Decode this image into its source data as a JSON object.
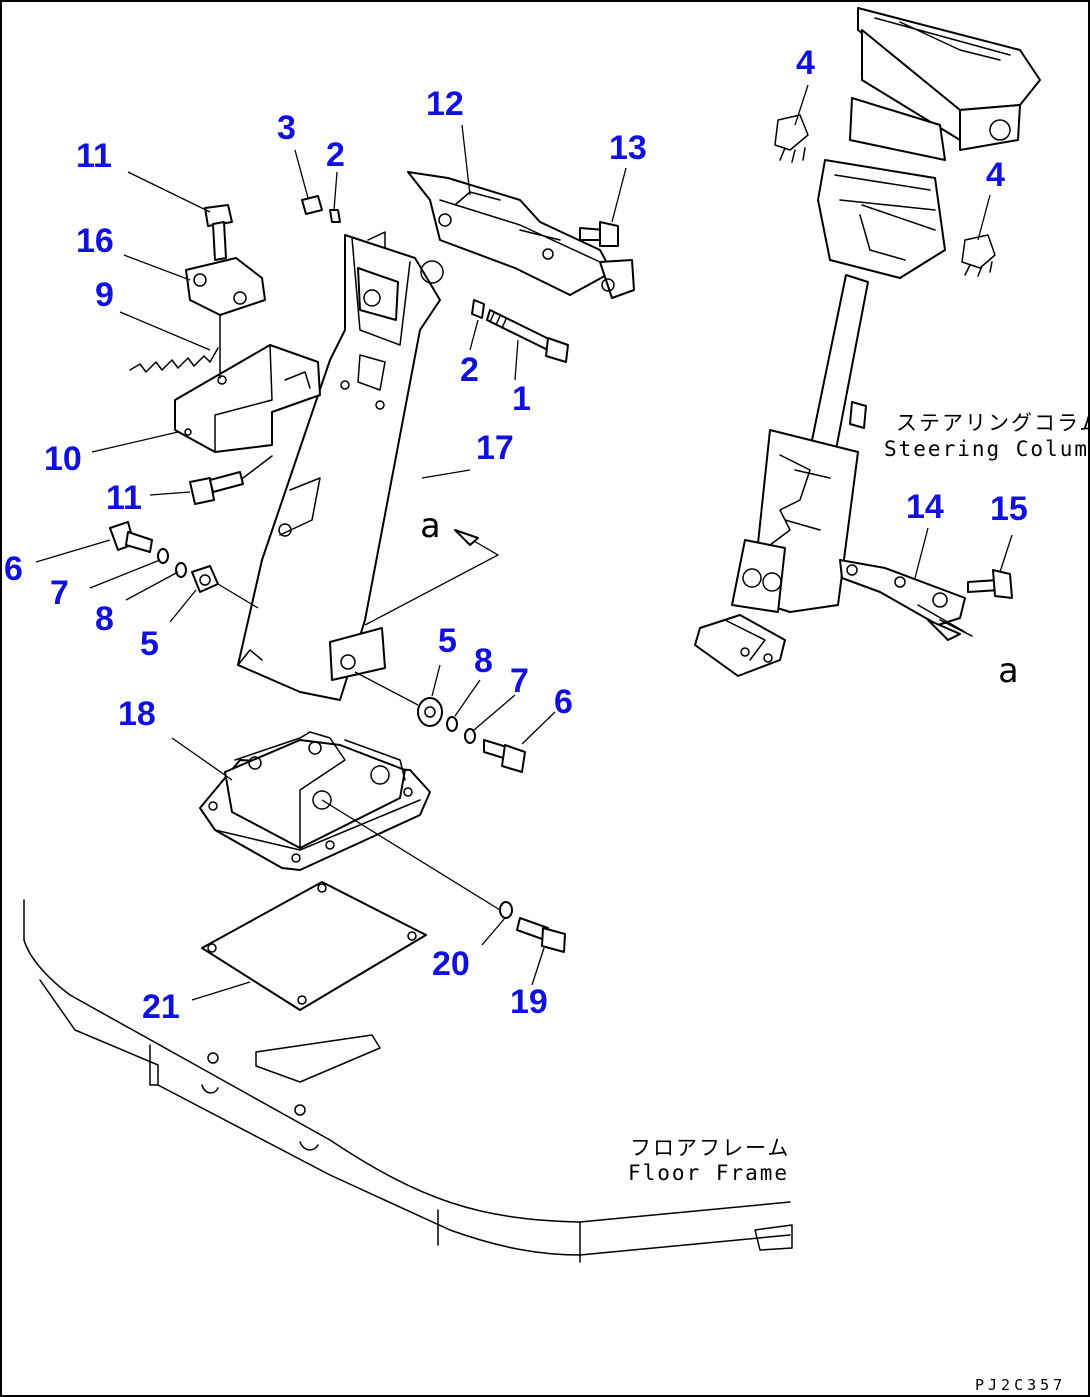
{
  "labels": {
    "steering_jp": "ステアリングコラム",
    "steering_en": "Steering Column",
    "floor_jp": "フロアフレーム",
    "floor_en": "Floor Frame",
    "code": "PJ2C357",
    "view_ref": "a"
  },
  "callouts": [
    {
      "id": "c1",
      "text": "1"
    },
    {
      "id": "c2a",
      "text": "2"
    },
    {
      "id": "c2b",
      "text": "2"
    },
    {
      "id": "c3",
      "text": "3"
    },
    {
      "id": "c4a",
      "text": "4"
    },
    {
      "id": "c4b",
      "text": "4"
    },
    {
      "id": "c5a",
      "text": "5"
    },
    {
      "id": "c5b",
      "text": "5"
    },
    {
      "id": "c6a",
      "text": "6"
    },
    {
      "id": "c6b",
      "text": "6"
    },
    {
      "id": "c7a",
      "text": "7"
    },
    {
      "id": "c7b",
      "text": "7"
    },
    {
      "id": "c8a",
      "text": "8"
    },
    {
      "id": "c8b",
      "text": "8"
    },
    {
      "id": "c9",
      "text": "9"
    },
    {
      "id": "c10",
      "text": "10"
    },
    {
      "id": "c11a",
      "text": "11"
    },
    {
      "id": "c11b",
      "text": "11"
    },
    {
      "id": "c12",
      "text": "12"
    },
    {
      "id": "c13",
      "text": "13"
    },
    {
      "id": "c14",
      "text": "14"
    },
    {
      "id": "c15",
      "text": "15"
    },
    {
      "id": "c16",
      "text": "16"
    },
    {
      "id": "c17",
      "text": "17"
    },
    {
      "id": "c18",
      "text": "18"
    },
    {
      "id": "c19",
      "text": "19"
    },
    {
      "id": "c20",
      "text": "20"
    },
    {
      "id": "c21",
      "text": "21"
    }
  ],
  "colors": {
    "callout": "#1010e0",
    "line": "#000000",
    "background": "#ffffff"
  }
}
